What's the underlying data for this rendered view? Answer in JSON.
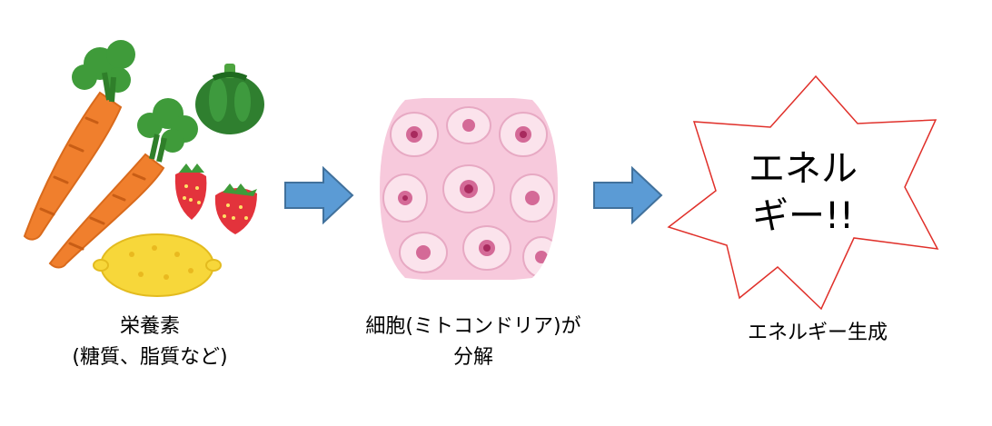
{
  "step1": {
    "caption_line1": "栄養素",
    "caption_line2": "(糖質、脂質など)",
    "icons": [
      "carrot-icon",
      "carrot-icon",
      "green-pepper-icon",
      "strawberry-icon",
      "strawberry-icon",
      "lemon-icon"
    ]
  },
  "step2": {
    "caption_line1": "細胞(ミトコンドリア)が",
    "caption_line2": "分解",
    "image": "cell-tissue-icon"
  },
  "step3": {
    "burst_line1": "エネル",
    "burst_line2": "ギー!!",
    "caption": "エネルギー生成"
  },
  "colors": {
    "arrow": "#5b9bd5",
    "burst_outline": "#e0302a",
    "carrot": "#f07f2d",
    "leaf": "#3f9b3a",
    "pepper": "#2f7f2f",
    "strawberry": "#e3333c",
    "lemon": "#f7d73a",
    "cell_bg": "#f7c9dc",
    "cell_nucleus": "#c9407a"
  }
}
